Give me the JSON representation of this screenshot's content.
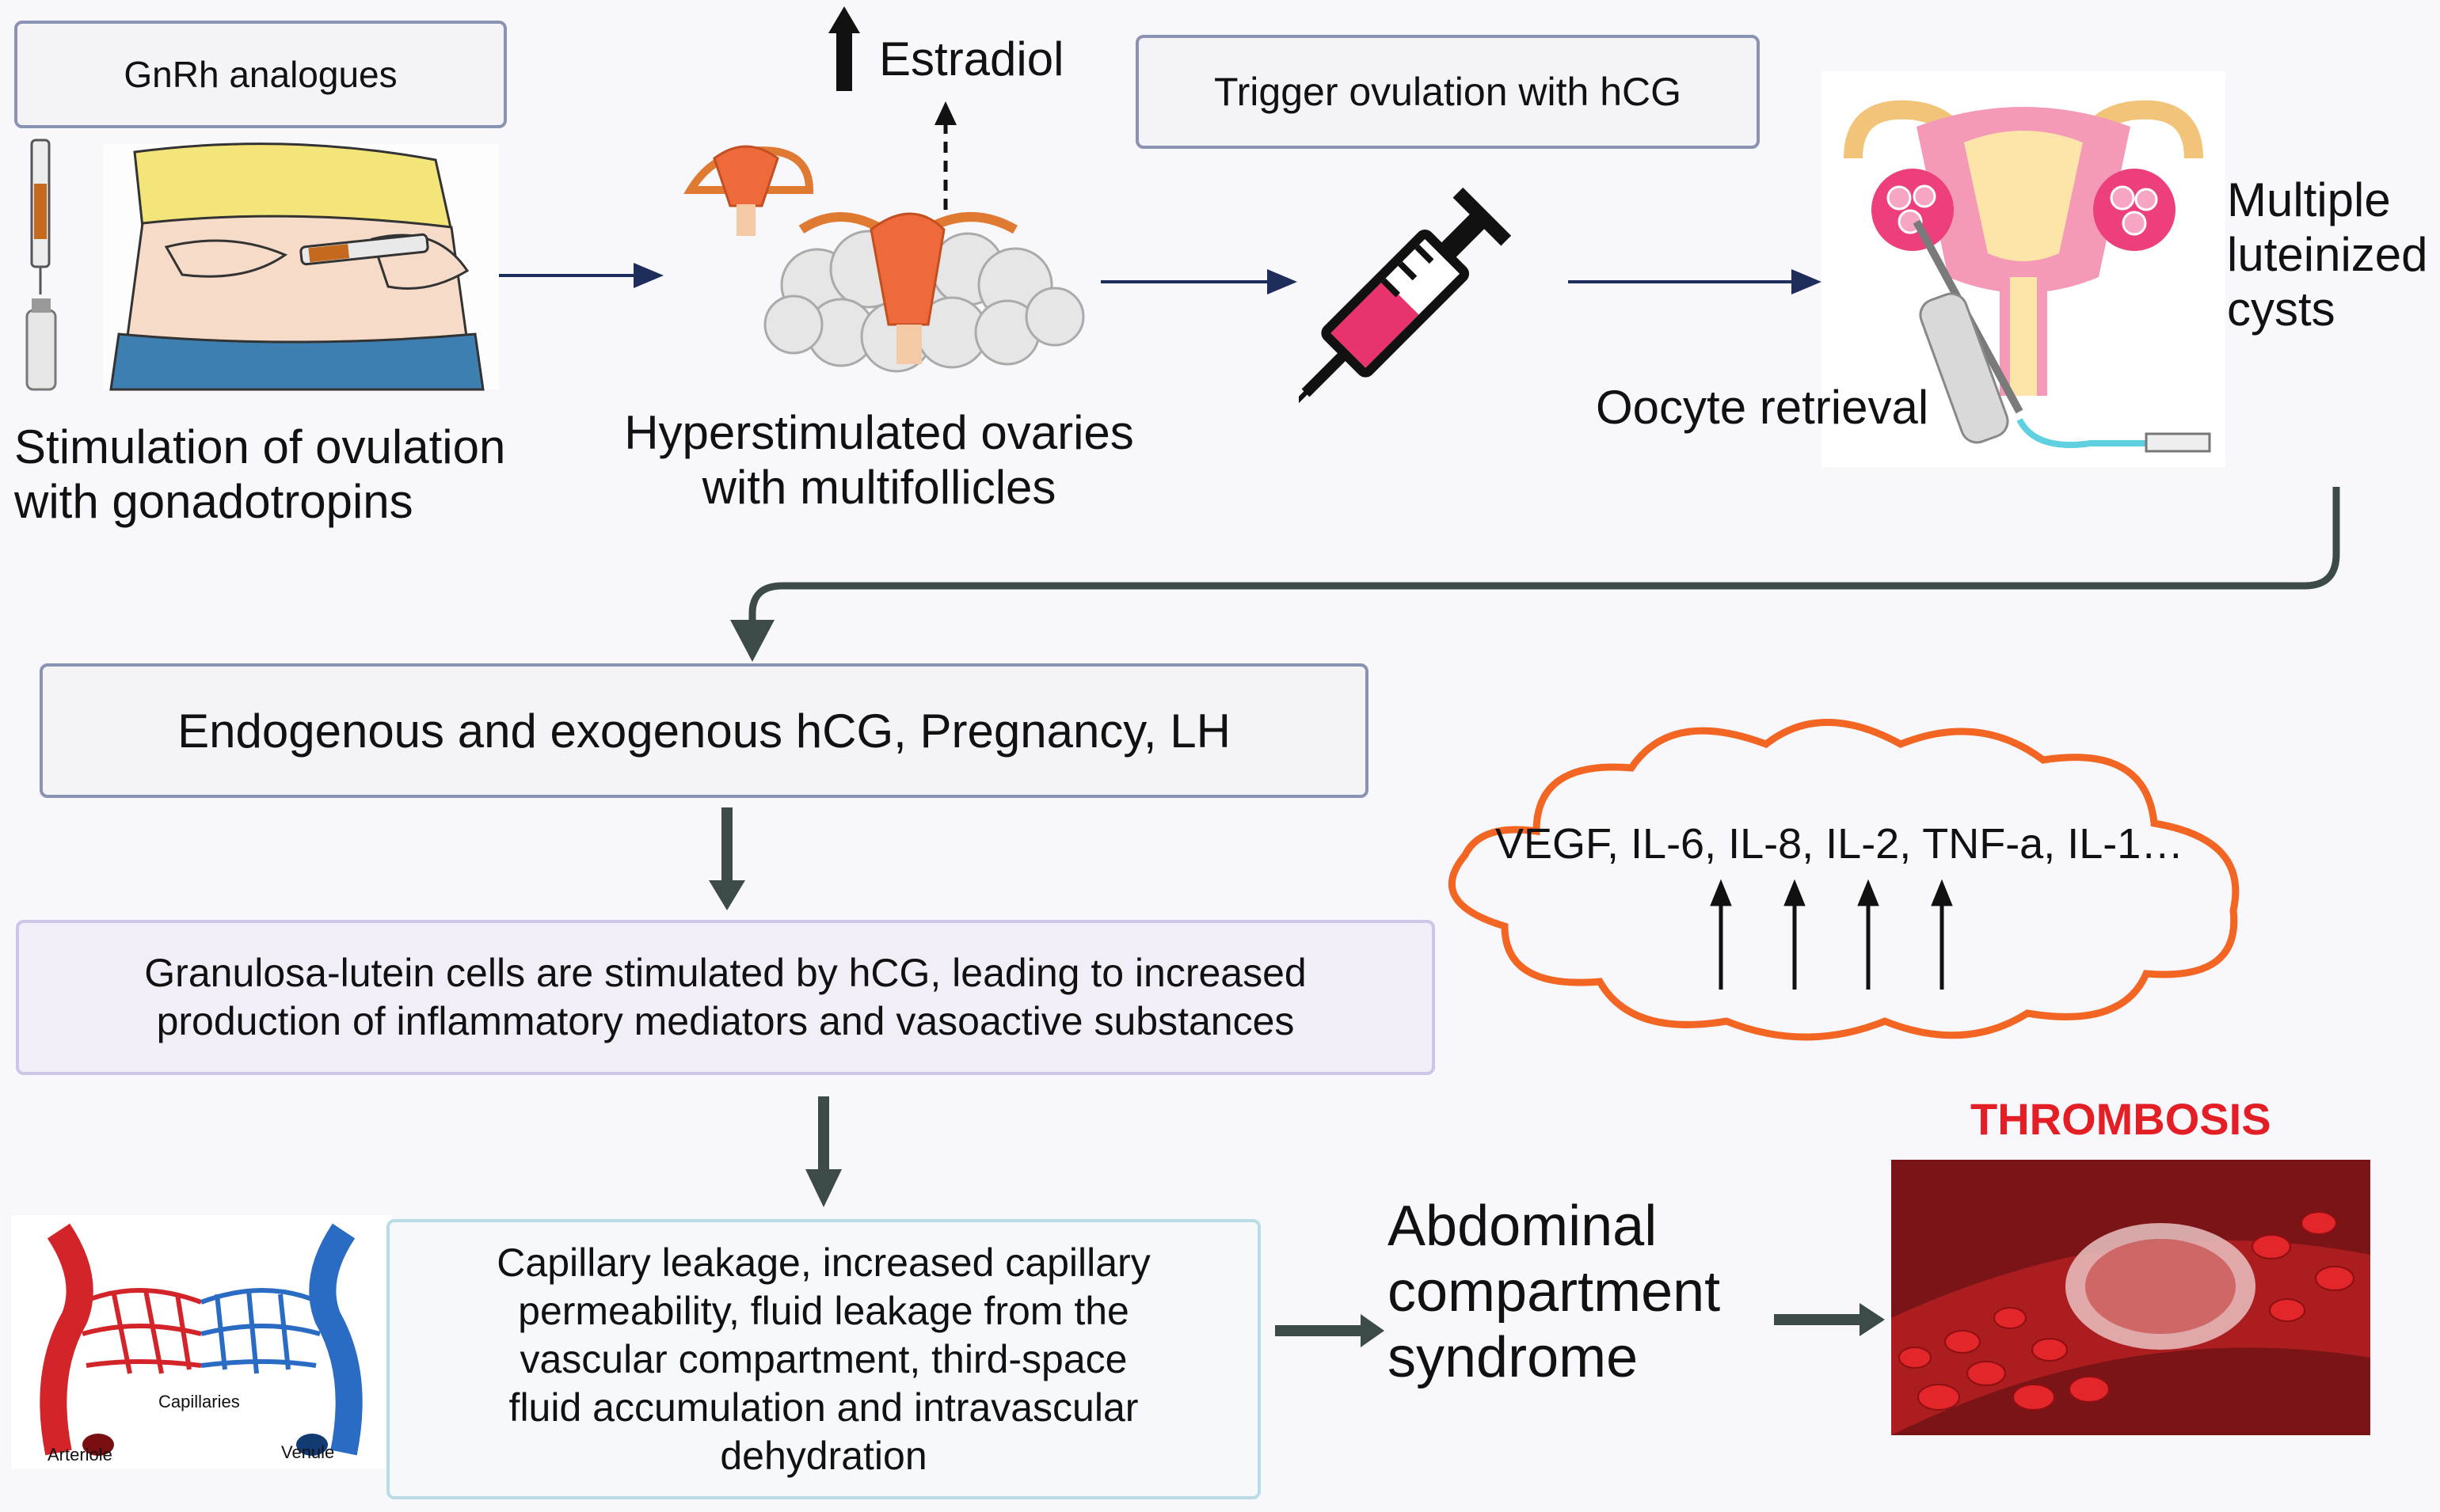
{
  "top_row": {
    "gnrh_label": "GnRh analogues",
    "stimulation_caption": "Stimulation of ovulation\nwith gonadotropins",
    "estradiol_label": "Estradiol",
    "ovaries_caption": "Hyperstimulated ovaries\nwith multifollicles",
    "trigger_label": "Trigger ovulation with hCG",
    "oocyte_caption": "Oocyte retrieval",
    "cysts_label": "Multiple\nluteinized\ncysts"
  },
  "middle": {
    "hcg_box": "Endogenous and exogenous hCG, Pregnancy, LH",
    "granulosa_box": "Granulosa-lutein cells are stimulated by hCG, leading to increased\nproduction of inflammatory mediators and vasoactive substances",
    "cytokines_cloud": "VEGF, IL-6, IL-8, IL-2, TNF-a, IL-1…"
  },
  "bottom": {
    "capillary_box": "Capillary leakage, increased capillary\npermeability, fluid leakage from the\nvascular  compartment, third-space\nfluid accumulation and intravascular\ndehydration",
    "vessel_labels": {
      "arteriole": "Arteriole",
      "capillaries": "Capillaries",
      "venule": "Venule"
    },
    "abdominal_label": "Abdominal\ncompartment\nsyndrome",
    "thrombosis_label": "THROMBOSIS"
  },
  "colors": {
    "box_border": "#8a93b2",
    "arrow_navy": "#1f2d5a",
    "arrow_slate": "#3d4a4a",
    "cloud_orange": "#f26522",
    "thrombosis_red": "#e31e24",
    "artery_red": "#d3242a",
    "vein_blue": "#2a6bc4"
  }
}
